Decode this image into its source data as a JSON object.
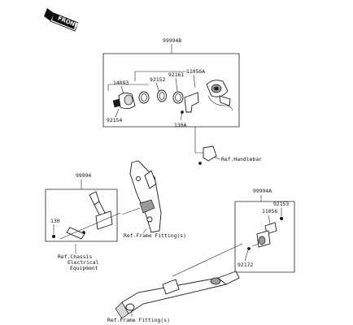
{
  "badge": {
    "text": "FRONT"
  },
  "groups": {
    "top": {
      "assembly": "99994B",
      "parts": [
        "14093",
        "92152",
        "92161",
        "11056A",
        "92154",
        "130A"
      ],
      "ref": "Ref.Handlebar"
    },
    "left": {
      "assembly": "99994",
      "parts": [
        "130"
      ],
      "ref_frame": "Ref.Frame Fitting(s)",
      "ref_chassis": [
        "Ref.Chassis",
        "Electrical",
        "Equipment"
      ]
    },
    "right": {
      "assembly": "99994A",
      "parts": [
        "92153",
        "11056",
        "92172"
      ],
      "ref_frame": "Ref.Frame Fitting(s)"
    }
  }
}
